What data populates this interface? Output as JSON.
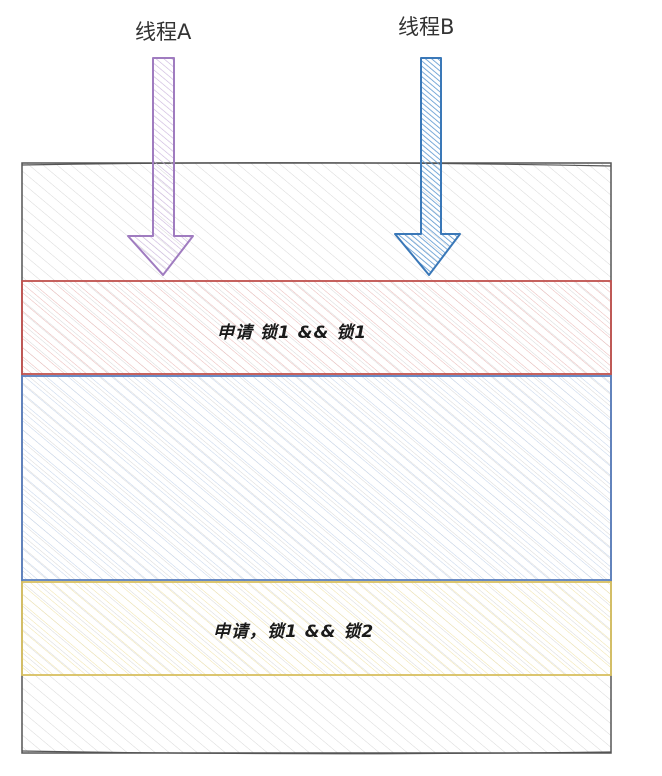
{
  "labels": {
    "thread_a": "线程A",
    "thread_b": "线程B"
  },
  "bands": [
    {
      "text": "申请 锁1 && 锁1",
      "color": "#c0504d"
    },
    {
      "text": "",
      "color": "#5b7fbf"
    },
    {
      "text": "申请，锁1 && 锁2",
      "color": "#d8c060"
    }
  ],
  "arrows": {
    "thread_a_color": "#a07cc0",
    "thread_b_color": "#3a78b8"
  }
}
